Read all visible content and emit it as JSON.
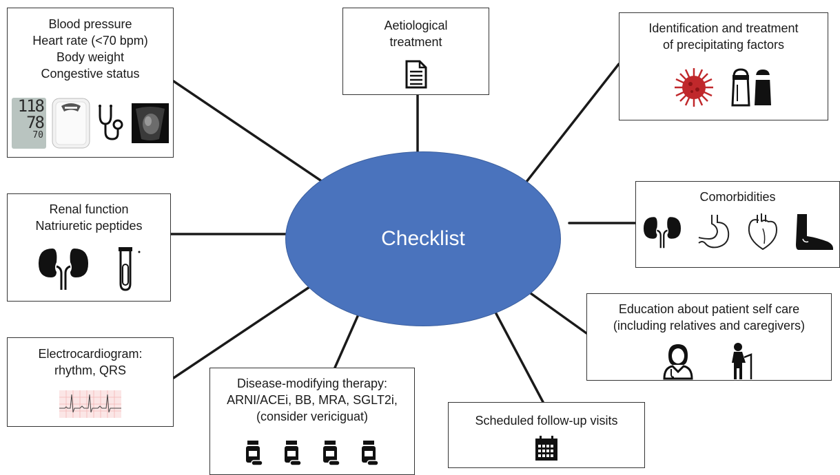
{
  "center": {
    "label": "Checklist"
  },
  "colors": {
    "hub": "#4a73bd",
    "virus": "#c0282b",
    "ecg_grid": "#f3b6b6",
    "spoke": "#1a1a1a"
  },
  "boxes": {
    "vitals": {
      "lines": [
        "Blood pressure",
        "Heart rate (<70 bpm)",
        "Body weight",
        "Congestive status"
      ],
      "bp_display": [
        "118",
        "78",
        "70"
      ],
      "icons": [
        "blood-pressure-monitor-icon",
        "scale-icon",
        "stethoscope-icon",
        "ultrasound-image-icon"
      ]
    },
    "aetiology": {
      "lines": [
        "Aetiological",
        "treatment"
      ],
      "icons": [
        "document-icon"
      ]
    },
    "precipitating": {
      "lines": [
        "Identification and treatment",
        "of precipitating factors"
      ],
      "icons": [
        "virus-icon",
        "salt-pepper-shakers-icon"
      ]
    },
    "renal": {
      "lines": [
        "Renal function",
        "Natriuretic peptides"
      ],
      "icons": [
        "kidneys-icon",
        "test-tube-icon"
      ]
    },
    "comorbidities": {
      "lines": [
        "Comorbidities"
      ],
      "icons": [
        "kidneys-icon",
        "stomach-icon",
        "heart-icon",
        "foot-icon"
      ]
    },
    "education": {
      "lines": [
        "Education about patient self care",
        "(including relatives and caregivers)"
      ],
      "icons": [
        "doctor-icon",
        "elderly-person-icon"
      ]
    },
    "ecg": {
      "lines": [
        "Electrocardiogram:",
        "rhythm, QRS"
      ],
      "icons": [
        "ecg-strip-icon"
      ]
    },
    "therapy": {
      "lines": [
        "Disease-modifying therapy:",
        "ARNI/ACEi, BB, MRA, SGLT2i,",
        "(consider vericiguat)"
      ],
      "icons": [
        "pill-bottle-icon",
        "pill-bottle-icon",
        "pill-bottle-icon",
        "pill-bottle-icon"
      ]
    },
    "followup": {
      "lines": [
        "Scheduled follow-up visits"
      ],
      "icons": [
        "calendar-icon"
      ]
    }
  }
}
